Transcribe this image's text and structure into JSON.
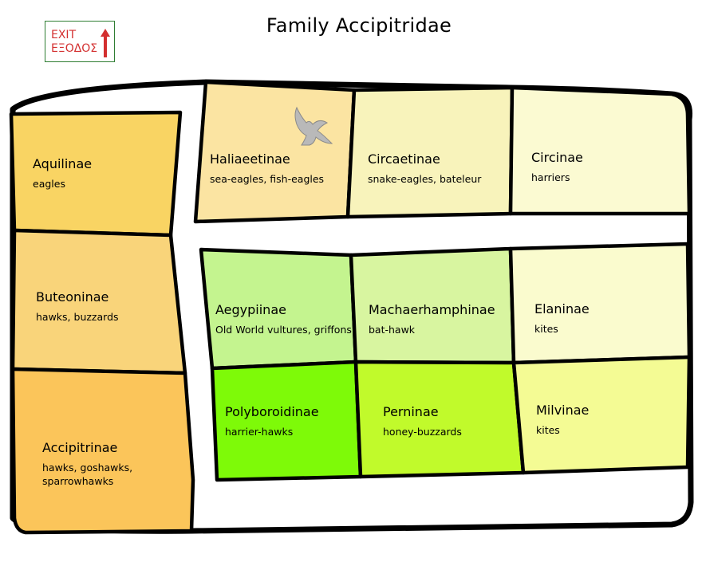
{
  "title": "Family Accipitridae",
  "exit_sign": {
    "line1": "EXIT",
    "line2": "ΕΞΟΔΟΣ",
    "color": "#d32f2f",
    "icon": "up-arrow-icon"
  },
  "rooms": {
    "aquilinae": {
      "name": "Aquilinae",
      "desc": "eagles",
      "color": "#f9d463"
    },
    "buteoninae": {
      "name": "Buteoninae",
      "desc": "hawks, buzzards",
      "color": "#f9d47a"
    },
    "accipitrinae": {
      "name": "Accipitrinae",
      "desc": "hawks, goshawks, sparrowhawks",
      "color": "#fbc55a"
    },
    "haliaeetinae": {
      "name": "Haliaeetinae",
      "desc": "sea-eagles, fish-eagles",
      "color": "#fbe4a2",
      "icon": "eagle-icon"
    },
    "circaetinae": {
      "name": "Circaetinae",
      "desc": "snake-eagles, bateleur",
      "color": "#f8f3bb"
    },
    "circinae": {
      "name": "Circinae",
      "desc": "harriers",
      "color": "#fbfad2"
    },
    "aegypiinae": {
      "name": "Aegypiinae",
      "desc": "Old World vultures, griffons",
      "color": "#c4f48f"
    },
    "machaerhamphinae": {
      "name": "Machaerhamphinae",
      "desc": "bat-hawk",
      "color": "#d8f5a0"
    },
    "elaninae": {
      "name": "Elaninae",
      "desc": "kites",
      "color": "#fafbce"
    },
    "polyboroidinae": {
      "name": "Polyboroidinae",
      "desc": "harrier-hawks",
      "color": "#7efa08"
    },
    "perninae": {
      "name": "Perninae",
      "desc": "honey-buzzards",
      "color": "#c1fa2b"
    },
    "milvinae": {
      "name": "Milvinae",
      "desc": "kites",
      "color": "#f4fb94"
    }
  }
}
